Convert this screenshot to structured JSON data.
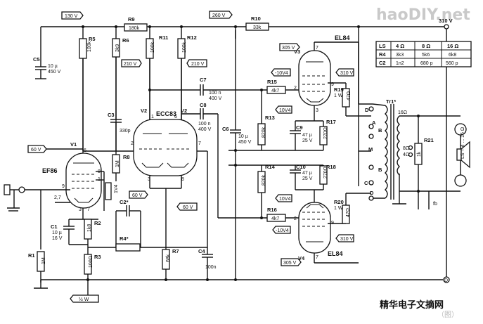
{
  "voltages": {
    "v130": "130 V",
    "v260": "260 V",
    "v310": "310 V",
    "v210a": "210 V",
    "v210b": "210 V",
    "v305a": "305 V",
    "v305b": "305 V",
    "v310b": "310 V",
    "v310c": "310 V",
    "vm10a": "-10V4",
    "vm10b": "-10V4",
    "v10a": "10V4",
    "v10b": "10V4",
    "v60a": "60 V",
    "v60b": "60 V",
    "v60c": "60 V",
    "v1v4": "1V4",
    "v27": "2,7"
  },
  "resistors": {
    "r1": "R1",
    "r1v": "1M",
    "r2": "R2",
    "r2v": "1k8",
    "r3": "R3",
    "r3v": "100Ω",
    "r4": "R4*",
    "r5": "R5",
    "r5v": "100k",
    "r6": "R6",
    "r6v": "3k9",
    "r7": "R7",
    "r7v": "68k",
    "r8": "R8",
    "r8v": "1M",
    "r9": "R9",
    "r9v": "180k",
    "r10": "R10",
    "r10v": "33k",
    "r11": "R11",
    "r11v": "100k",
    "r12": "R12",
    "r12v": "100k",
    "r13": "R13",
    "r13v": "820k",
    "r14": "R14",
    "r14v": "820k",
    "r15": "R15",
    "r15v": "4k7",
    "r16": "R16",
    "r16v": "4k7",
    "r17": "R17",
    "r17v": "270Ω",
    "r18": "R18",
    "r18v": "270Ω",
    "r19": "R19",
    "r19p": "1 W",
    "r19v": "47Ω",
    "r20": "R20",
    "r20p": "1 W",
    "r20v": "47Ω",
    "r21": "R21",
    "r21v": "1k"
  },
  "capacitors": {
    "c1": "C1",
    "c1v": "10 µ",
    "c1u": "16 V",
    "c2": "C2*",
    "c3": "C3",
    "c3v": "330p",
    "c4": "C4",
    "c4v": "100n",
    "c5": "C5",
    "c5v": "10 µ",
    "c5u": "450 V",
    "c6": "C6",
    "c6v": "10 µ",
    "c6u": "450 V",
    "c7": "C7",
    "c7v": "100 n",
    "c7u": "400 V",
    "c8": "C8",
    "c8v": "100 n",
    "c8u": "400 V",
    "c9": "C9",
    "c9v": "47 µ",
    "c9u": "25 V",
    "c10": "C10",
    "c10v": "47 µ",
    "c10u": "25 V"
  },
  "tubes": {
    "ef86": "EF86",
    "ecc83": "ECC83",
    "el84a": "EL84",
    "el84b": "EL84",
    "v1": "V1",
    "v2a": "V2",
    "v2b": "V2",
    "v3": "V3",
    "v4": "V4"
  },
  "transformer": {
    "tr1": "Tr1*",
    "t16": "16Ω",
    "t8": "8Ω",
    "t4": "4Ω",
    "ls": "LS = 4 ... 16 Ω",
    "fb": "fb"
  },
  "terminals": {
    "a": "A",
    "b1": "B",
    "b2": "B",
    "c": "C",
    "d1": "D",
    "d2": "D",
    "m": "M",
    "d3": "D"
  },
  "misc": {
    "halfw": "½ W"
  },
  "table": {
    "header": [
      "LS",
      "4 Ω",
      "8 Ω",
      "16 Ω"
    ],
    "rows": [
      [
        "R4",
        "3k3",
        "5k6",
        "6k8"
      ],
      [
        "C2",
        "1n2",
        "680 p",
        "560 p"
      ]
    ]
  },
  "watermark": {
    "brand": "haoDIY.net",
    "site": "精华电子文摘网",
    "fig": "（图）"
  }
}
